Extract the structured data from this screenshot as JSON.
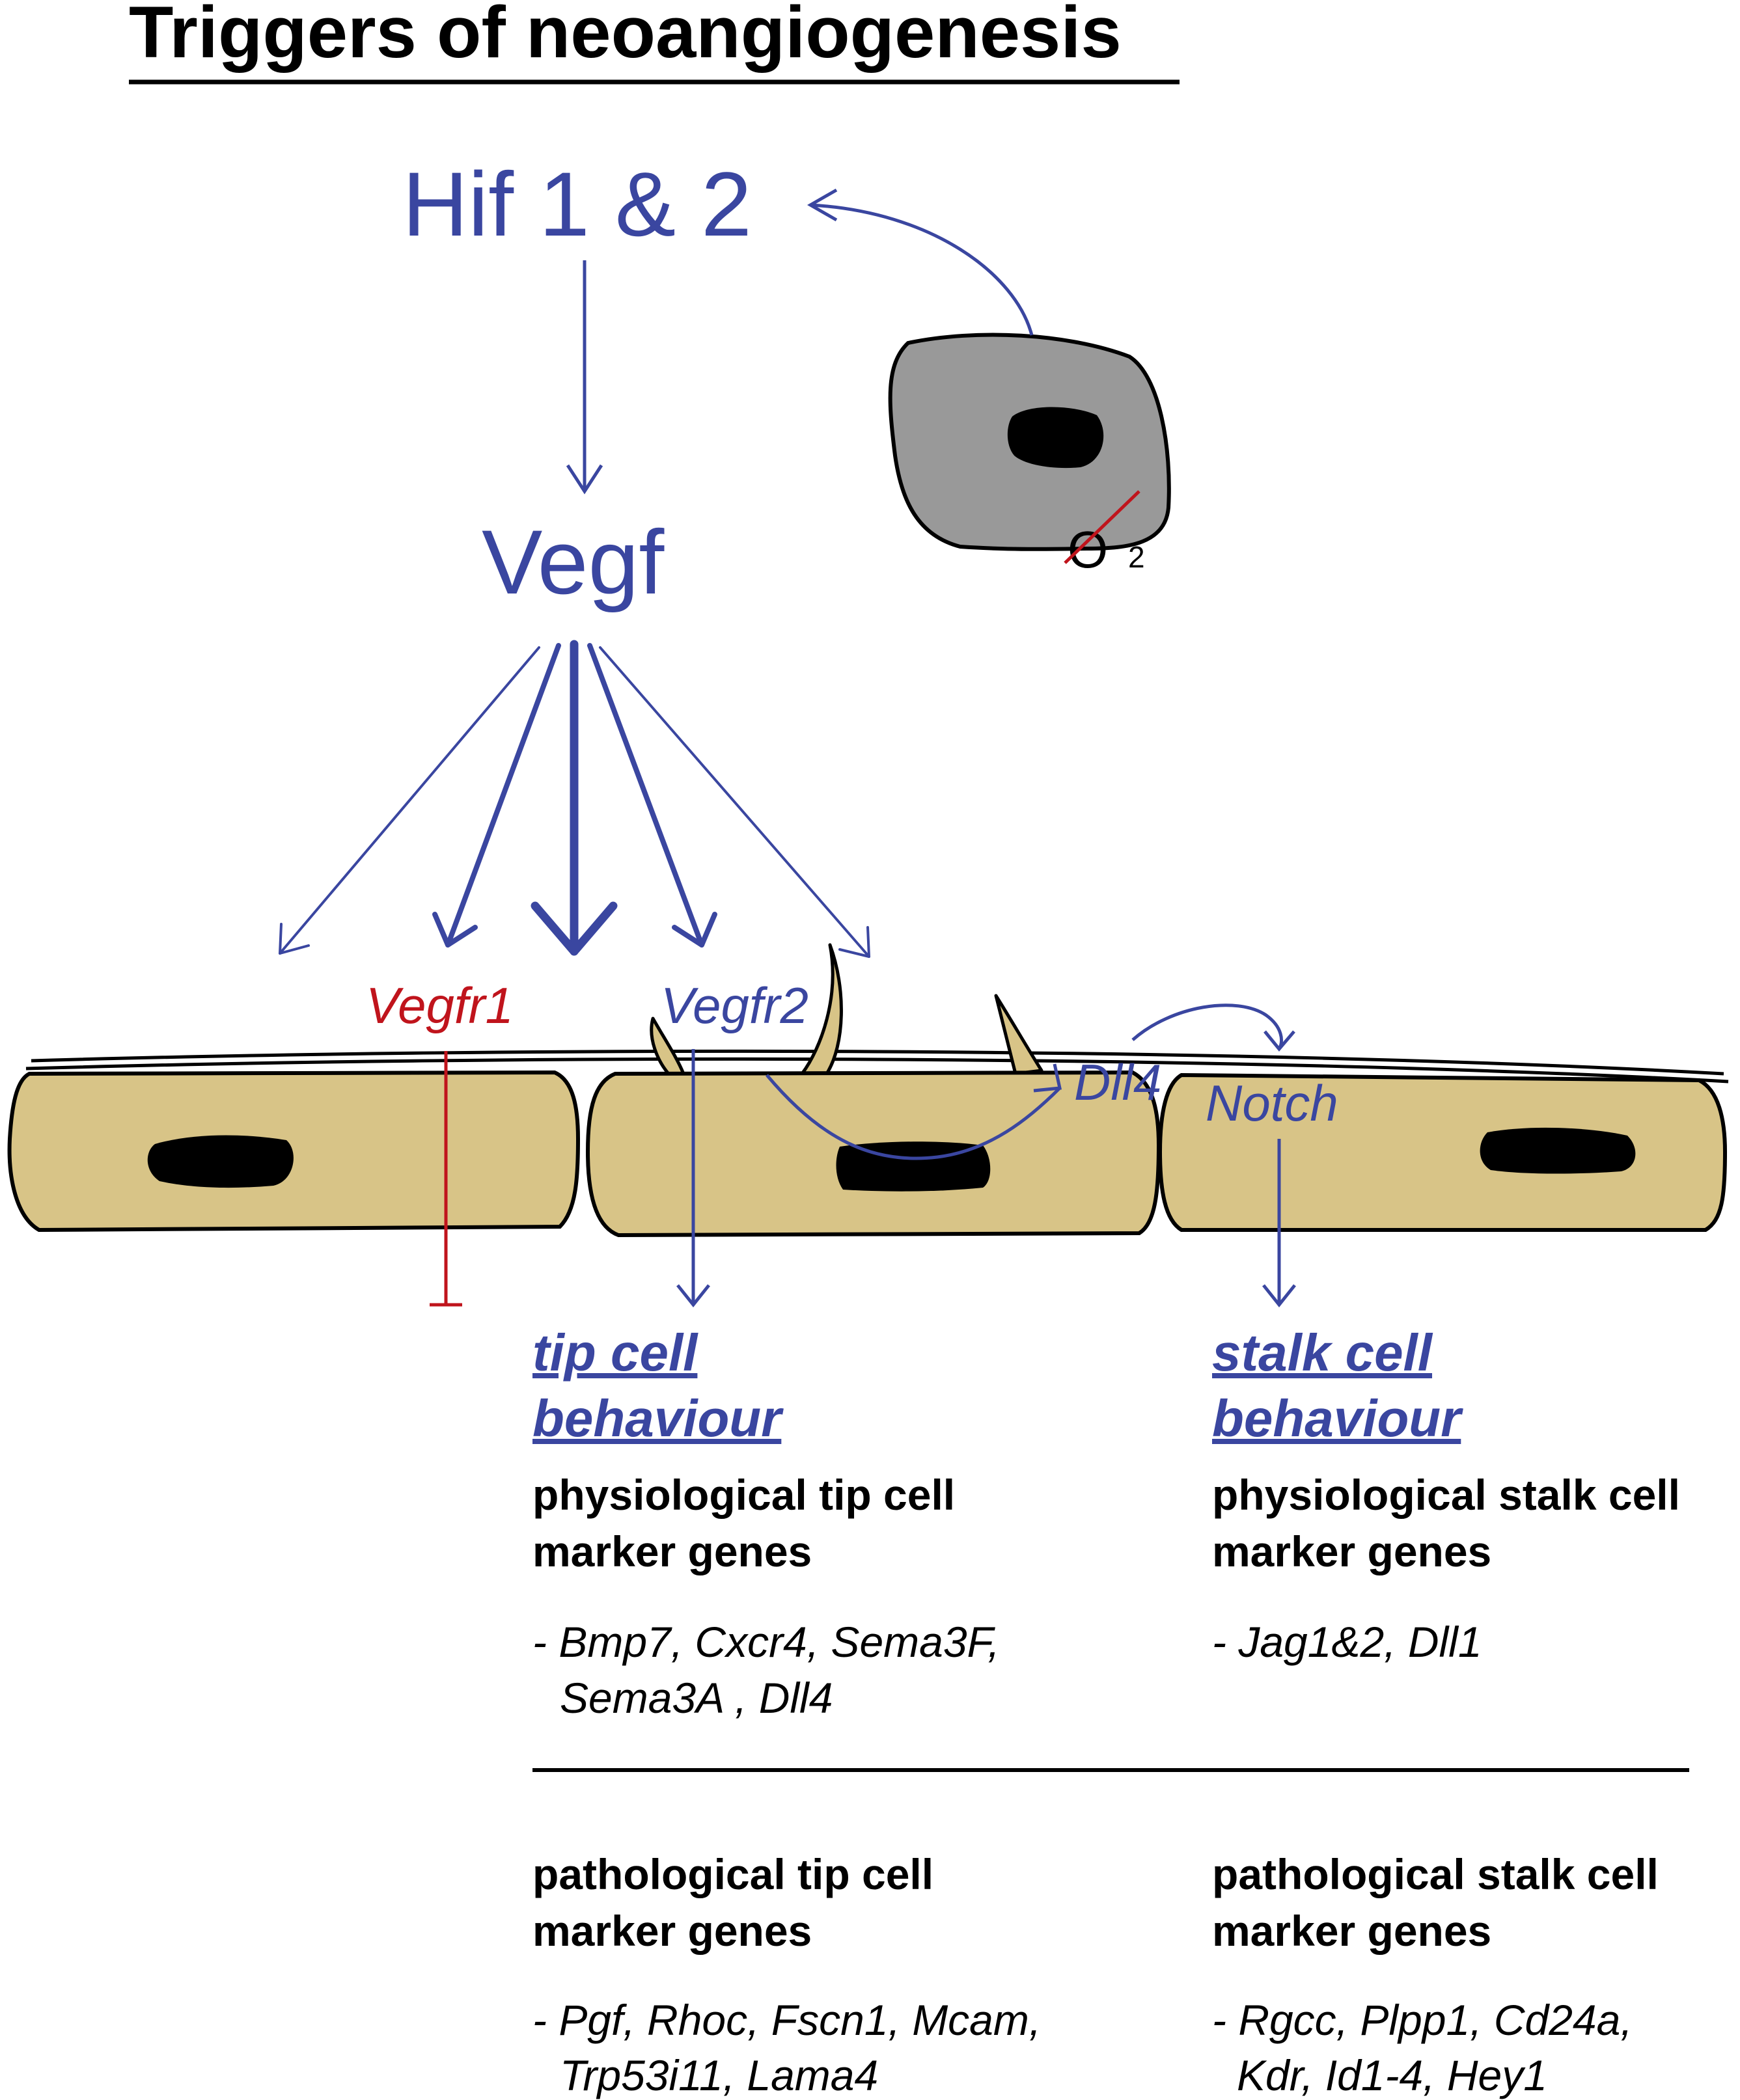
{
  "title": "Triggers of neoangiogenesis",
  "hif_label": "Hif 1 & 2",
  "vegf_label": "Vegf",
  "oxygen": {
    "symbol": "O",
    "subscript": "2"
  },
  "receptors": {
    "vegfr1": "Vegfr1",
    "vegfr2": "Vegfr2",
    "dll4": "Dll4",
    "notch": "Notch"
  },
  "tip": {
    "behaviour_line1": "tip cell",
    "behaviour_line2": "behaviour",
    "physio_heading_line1": "physiological tip cell",
    "physio_heading_line2": "marker genes",
    "physio_genes_line1": "- Bmp7, Cxcr4, Sema3F,",
    "physio_genes_line2": "Sema3A , Dll4",
    "patho_heading_line1": "pathological tip cell",
    "patho_heading_line2": "marker genes",
    "patho_genes_line1": "- Pgf, Rhoc, Fscn1, Mcam,",
    "patho_genes_line2": "Trp53i11, Lama4"
  },
  "stalk": {
    "behaviour_line1": "stalk cell",
    "behaviour_line2": "behaviour",
    "physio_heading_line1": "physiological stalk cell",
    "physio_heading_line2": "marker genes",
    "physio_genes_line1": "- Jag1&2, Dll1",
    "patho_heading_line1": "pathological stalk cell",
    "patho_heading_line2": "marker genes",
    "patho_genes_line1": "- Rgcc, Plpp1, Cd24a,",
    "patho_genes_line2": "Kdr, Id1-4, Hey1"
  },
  "colors": {
    "blue": "#3a46a0",
    "red": "#c0141c",
    "cell_fill": "#d8c487",
    "hypoxic_cell_fill": "#999999",
    "nucleus": "#000000"
  }
}
